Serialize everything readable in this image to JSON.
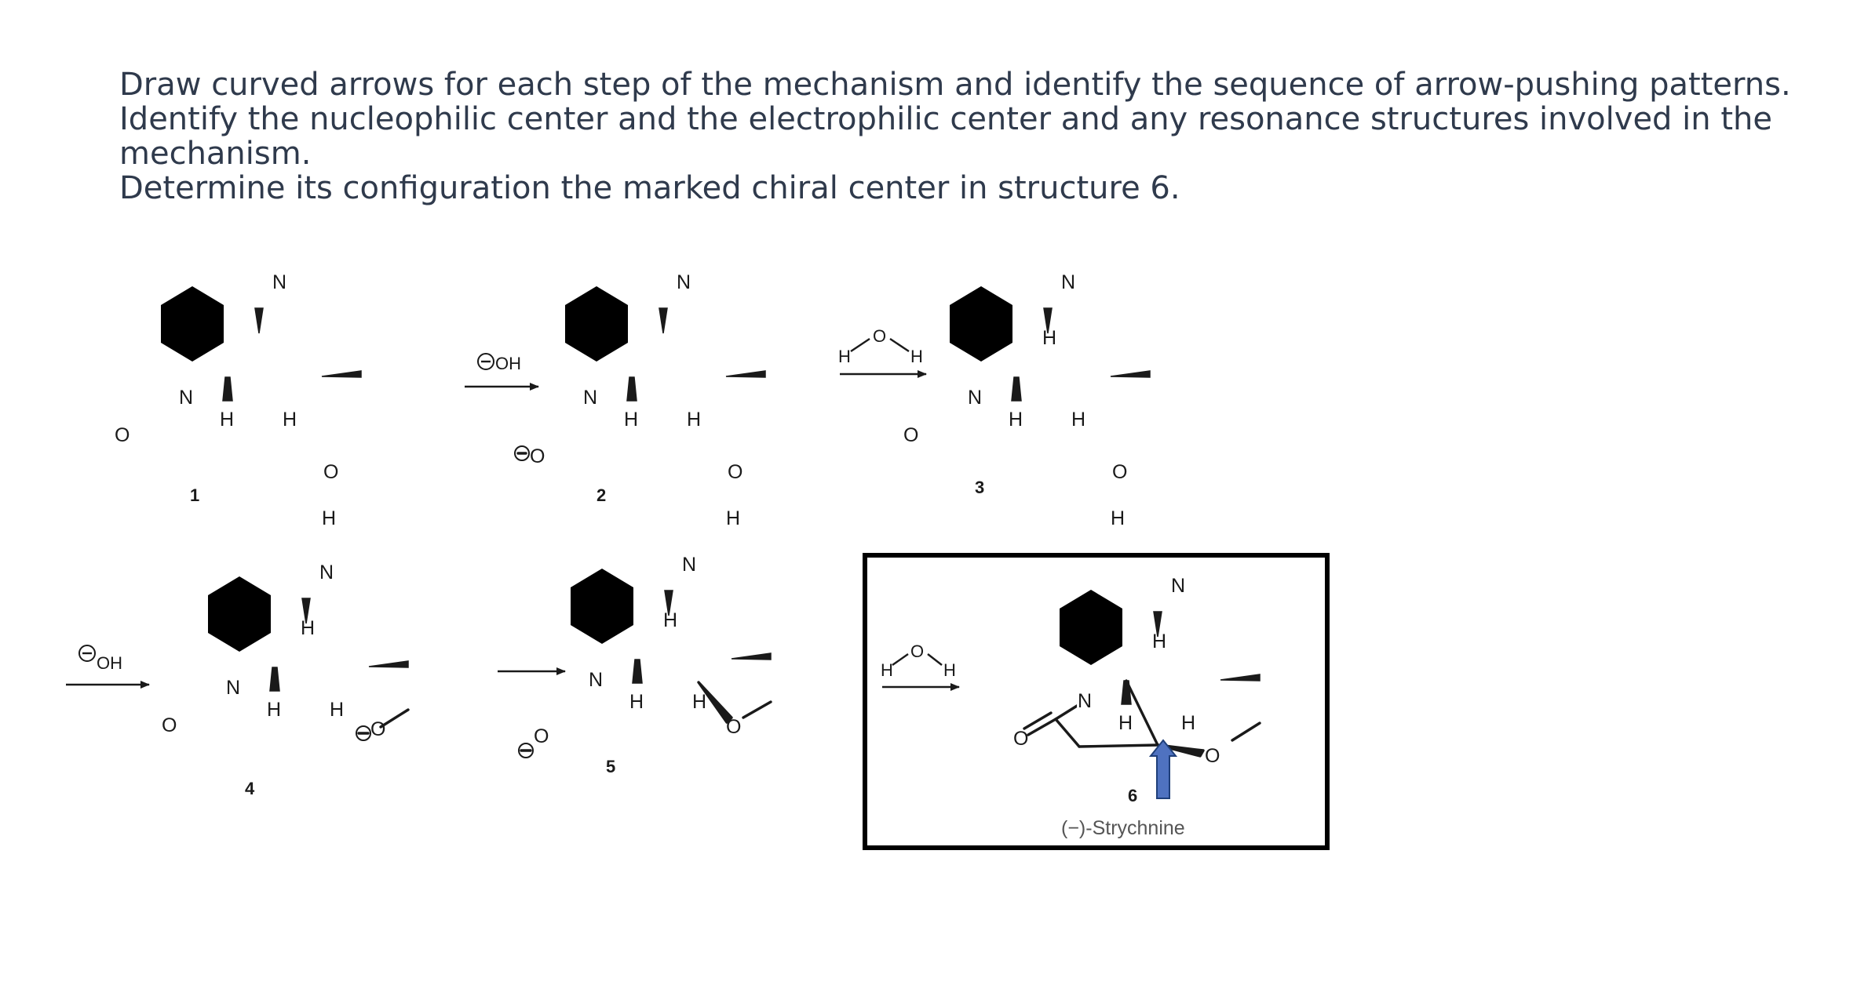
{
  "instructions": {
    "line1": "Draw curved arrows for each step of the mechanism and identify the sequence of arrow-pushing patterns.",
    "line2": "Identify the nucleophilic center and the electrophilic center and any resonance structures involved in the mechanism.",
    "line3": "Determine its configuration the marked  chiral center in structure 6."
  },
  "atoms": {
    "N": "N",
    "H": "H",
    "O": "O"
  },
  "compounds": [
    {
      "number": "1"
    },
    {
      "number": "2"
    },
    {
      "number": "3"
    },
    {
      "number": "4"
    },
    {
      "number": "5"
    },
    {
      "number": "6",
      "name": "(−)-Strychnine"
    }
  ],
  "reagents": {
    "hydroxide": "OH",
    "water_h": "H",
    "water_o": "O"
  },
  "colors": {
    "highlight_box": "#000000",
    "marker_arrow": "#4f72c0",
    "text": "#2f3a4c"
  },
  "icons": {
    "marker": "up-arrow-icon",
    "charge": "minus-circle-icon"
  }
}
